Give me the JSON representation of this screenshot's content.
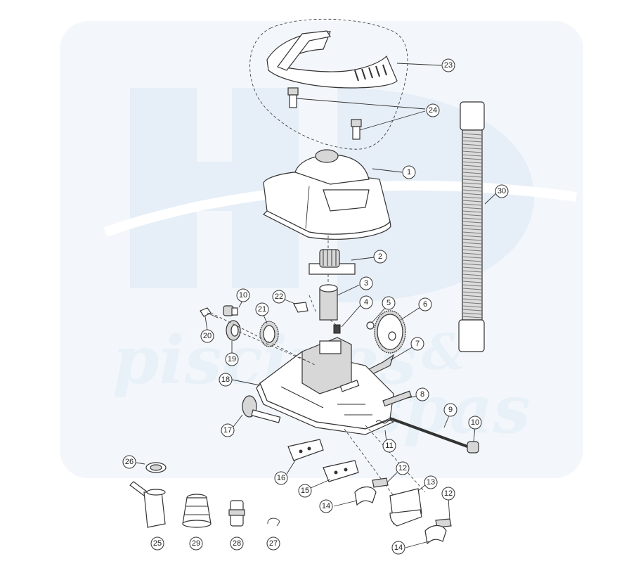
{
  "colors": {
    "background": "#ffffff",
    "watermark": "#e4edf6",
    "line": "#333333",
    "part_fill_grey": "#d7d7d7"
  },
  "watermark": {
    "line1": "piscines",
    "line2": "spas",
    "amp": "&"
  },
  "callouts": {
    "c1": "1",
    "c2": "2",
    "c3": "3",
    "c4": "4",
    "c5": "5",
    "c6": "6",
    "c7": "7",
    "c8": "8",
    "c9": "9",
    "c10a": "10",
    "c10b": "10",
    "c11": "11",
    "c12a": "12",
    "c12b": "12",
    "c13": "13",
    "c14a": "14",
    "c14b": "14",
    "c15": "15",
    "c16": "16",
    "c17": "17",
    "c18": "18",
    "c19": "19",
    "c20": "20",
    "c21": "21",
    "c22": "22",
    "c23": "23",
    "c24": "24",
    "c25": "25",
    "c26": "26",
    "c27": "27",
    "c28": "28",
    "c29": "29",
    "c30": "30"
  }
}
